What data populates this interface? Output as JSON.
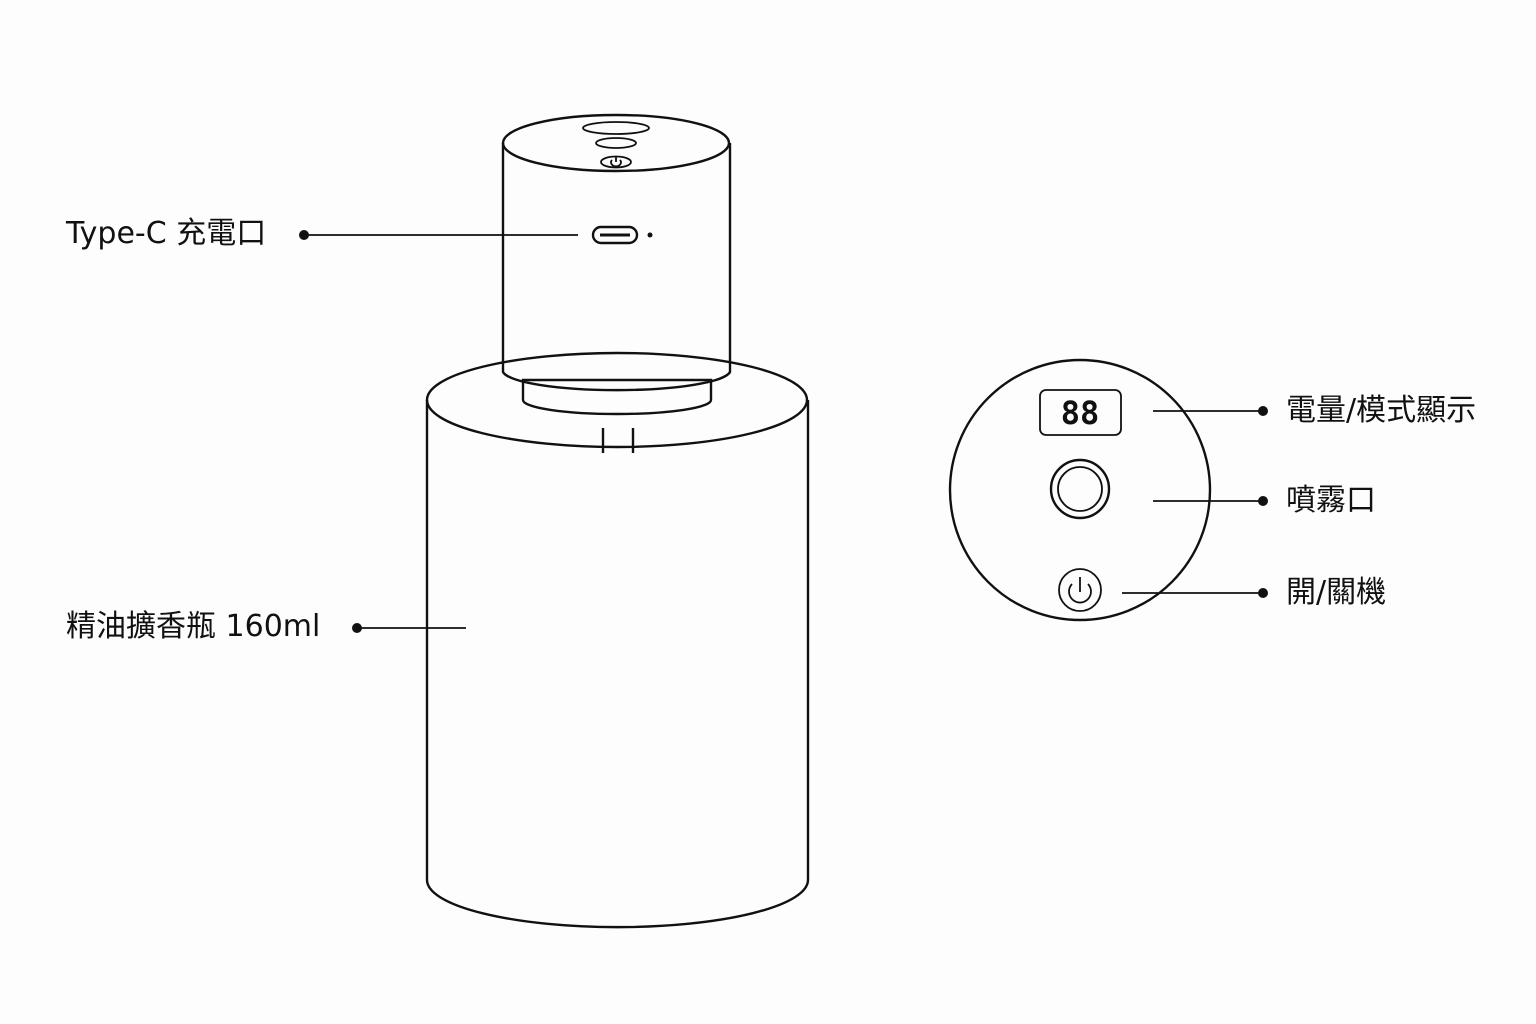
{
  "labels": {
    "type_c": "Type-C 充電口",
    "bottle": "精油擴香瓶 160ml",
    "display": "電量/模式顯示",
    "mist": "噴霧口",
    "power": "開/關機"
  },
  "display_readout": "88",
  "icons": [
    "usb-c-port-icon",
    "power-icon",
    "led-display-icon",
    "mist-nozzle-icon"
  ]
}
